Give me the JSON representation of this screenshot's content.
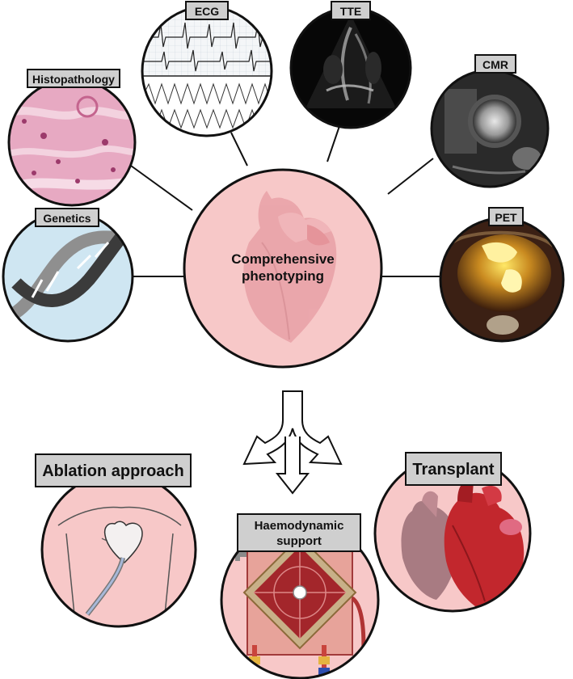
{
  "center": {
    "line1": "Comprehensive",
    "line2": "phenotyping"
  },
  "modalities": {
    "ecg": "ECG",
    "tte": "TTE",
    "cmr": "CMR",
    "pet": "PET",
    "histopathology": "Histopathology",
    "genetics": "Genetics"
  },
  "outcomes": {
    "ablation": "Ablation approach",
    "haemo_line1": "Haemodynamic",
    "haemo_line2": "support",
    "transplant": "Transplant"
  }
}
